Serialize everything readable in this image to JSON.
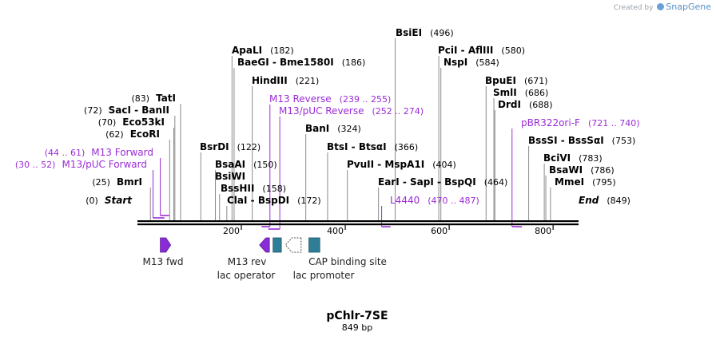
{
  "credit": {
    "prefix": "Created by",
    "brand": "SnapGene"
  },
  "title": "pChlr-7SE",
  "subtitle": "849 bp",
  "length": 849,
  "colors": {
    "primer": "#9b2bd6",
    "cut_line": "#8a8a8a",
    "feature_teal": "#2e7e98",
    "feature_purple": "#8a2bd8",
    "backbone": "#000000"
  },
  "ruler_ticks": [
    {
      "value": 200,
      "label": "200"
    },
    {
      "value": 400,
      "label": "400"
    },
    {
      "value": 600,
      "label": "600"
    },
    {
      "value": 800,
      "label": "800"
    }
  ],
  "sites": [
    {
      "id": "start",
      "pos": 0,
      "name": "Start",
      "num": "(0)",
      "side": "left",
      "style": "italic"
    },
    {
      "id": "bmri",
      "pos": 25,
      "name": "BmrI",
      "num": "(25)",
      "side": "left"
    },
    {
      "id": "ecori",
      "pos": 62,
      "name": "EcoRI",
      "num": "(62)",
      "side": "left"
    },
    {
      "id": "eco53ki",
      "pos": 70,
      "name": "Eco53kI",
      "num": "(70)",
      "side": "left"
    },
    {
      "id": "saci",
      "pos": 72,
      "name": "SacI  -  BanII",
      "num": "(72)",
      "side": "left"
    },
    {
      "id": "tati",
      "pos": 83,
      "name": "TatI",
      "num": "(83)",
      "side": "left"
    },
    {
      "id": "bsrdi",
      "pos": 122,
      "name": "BsrDI",
      "num": "(122)",
      "side": "right"
    },
    {
      "id": "clai",
      "pos": 172,
      "name": "ClaI  -  BspDI",
      "num": "(172)",
      "side": "right"
    },
    {
      "id": "bsshii",
      "pos": 158,
      "name": "BssHII",
      "num": "(158)",
      "side": "right"
    },
    {
      "id": "bsiwi",
      "pos": 150,
      "name": "BsiWI",
      "num": "",
      "side": "right"
    },
    {
      "id": "bsaai",
      "pos": 150,
      "name": "BsaAI",
      "num": "(150)",
      "side": "right"
    },
    {
      "id": "apali",
      "pos": 182,
      "name": "ApaLI",
      "num": "(182)",
      "side": "right"
    },
    {
      "id": "baegi",
      "pos": 186,
      "name": "BaeGI  -  Bme1580I",
      "num": "(186)",
      "side": "right"
    },
    {
      "id": "hindiii",
      "pos": 221,
      "name": "HindIII",
      "num": "(221)",
      "side": "right"
    },
    {
      "id": "bani",
      "pos": 324,
      "name": "BanI",
      "num": "(324)",
      "side": "right"
    },
    {
      "id": "btsi",
      "pos": 366,
      "name": "BtsI  -  BtsαI",
      "num": "(366)",
      "side": "right"
    },
    {
      "id": "pvuii",
      "pos": 404,
      "name": "PvuII  -  MspA1I",
      "num": "(404)",
      "side": "right"
    },
    {
      "id": "eari",
      "pos": 464,
      "name": "EarI  -  SapI  -  BspQI",
      "num": "(464)",
      "side": "right"
    },
    {
      "id": "bsiei",
      "pos": 496,
      "name": "BsiEI",
      "num": "(496)",
      "side": "right"
    },
    {
      "id": "pcii",
      "pos": 580,
      "name": "PciI  -  AflIII",
      "num": "(580)",
      "side": "right"
    },
    {
      "id": "nspi",
      "pos": 584,
      "name": "NspI",
      "num": "(584)",
      "side": "right"
    },
    {
      "id": "bpuei",
      "pos": 671,
      "name": "BpuEI",
      "num": "(671)",
      "side": "right"
    },
    {
      "id": "smli",
      "pos": 686,
      "name": "SmlI",
      "num": "(686)",
      "side": "right"
    },
    {
      "id": "drdi",
      "pos": 688,
      "name": "DrdI",
      "num": "(688)",
      "side": "right"
    },
    {
      "id": "bsssi",
      "pos": 753,
      "name": "BssSI  -  BssSαI",
      "num": "(753)",
      "side": "right"
    },
    {
      "id": "bcivi",
      "pos": 783,
      "name": "BciVI",
      "num": "(783)",
      "side": "right"
    },
    {
      "id": "bsawi",
      "pos": 786,
      "name": "BsaWI",
      "num": "(786)",
      "side": "right"
    },
    {
      "id": "mmei",
      "pos": 795,
      "name": "MmeI",
      "num": "(795)",
      "side": "right"
    },
    {
      "id": "end",
      "pos": 849,
      "name": "End",
      "num": "(849)",
      "side": "right",
      "style": "italic"
    }
  ],
  "primers": [
    {
      "id": "m13-forward",
      "name": "M13 Forward",
      "range": "(44 .. 61)",
      "start": 44,
      "end": 61,
      "side": "left",
      "strand": 1
    },
    {
      "id": "m13-puc-forward",
      "name": "M13/pUC Forward",
      "range": "(30 .. 52)",
      "start": 30,
      "end": 52,
      "side": "left",
      "strand": 1
    },
    {
      "id": "m13-reverse",
      "name": "M13 Reverse",
      "range": "(239 .. 255)",
      "start": 239,
      "end": 255,
      "side": "right",
      "strand": -1
    },
    {
      "id": "m13-puc-reverse",
      "name": "M13/pUC Reverse",
      "range": "(252 .. 274)",
      "start": 252,
      "end": 274,
      "side": "right",
      "strand": -1
    },
    {
      "id": "l4440",
      "name": "L4440",
      "range": "(470 .. 487)",
      "start": 470,
      "end": 487,
      "side": "right",
      "strand": 1
    },
    {
      "id": "pbr322ori-f",
      "name": "pBR322ori-F",
      "range": "(721 .. 740)",
      "start": 721,
      "end": 740,
      "side": "right",
      "strand": 1
    }
  ],
  "features": [
    {
      "id": "m13-fwd",
      "label": "M13 fwd",
      "start": 44,
      "end": 61,
      "type": "arrow-right",
      "color": "#8a2bd8"
    },
    {
      "id": "m13-rev",
      "label": "M13 rev",
      "start": 238,
      "end": 254,
      "type": "arrow-left",
      "color": "#8a2bd8"
    },
    {
      "id": "lac-operator",
      "label": "lac operator",
      "start": 261,
      "end": 277,
      "type": "box",
      "color": "#2e7e98"
    },
    {
      "id": "lac-promoter",
      "label": "lac promoter",
      "start": 285,
      "end": 315,
      "type": "arrow-left-hollow",
      "color": "#ffffff"
    },
    {
      "id": "cap-binding-site",
      "label": "CAP binding site",
      "start": 330,
      "end": 351,
      "type": "box",
      "color": "#2e7e98"
    }
  ]
}
